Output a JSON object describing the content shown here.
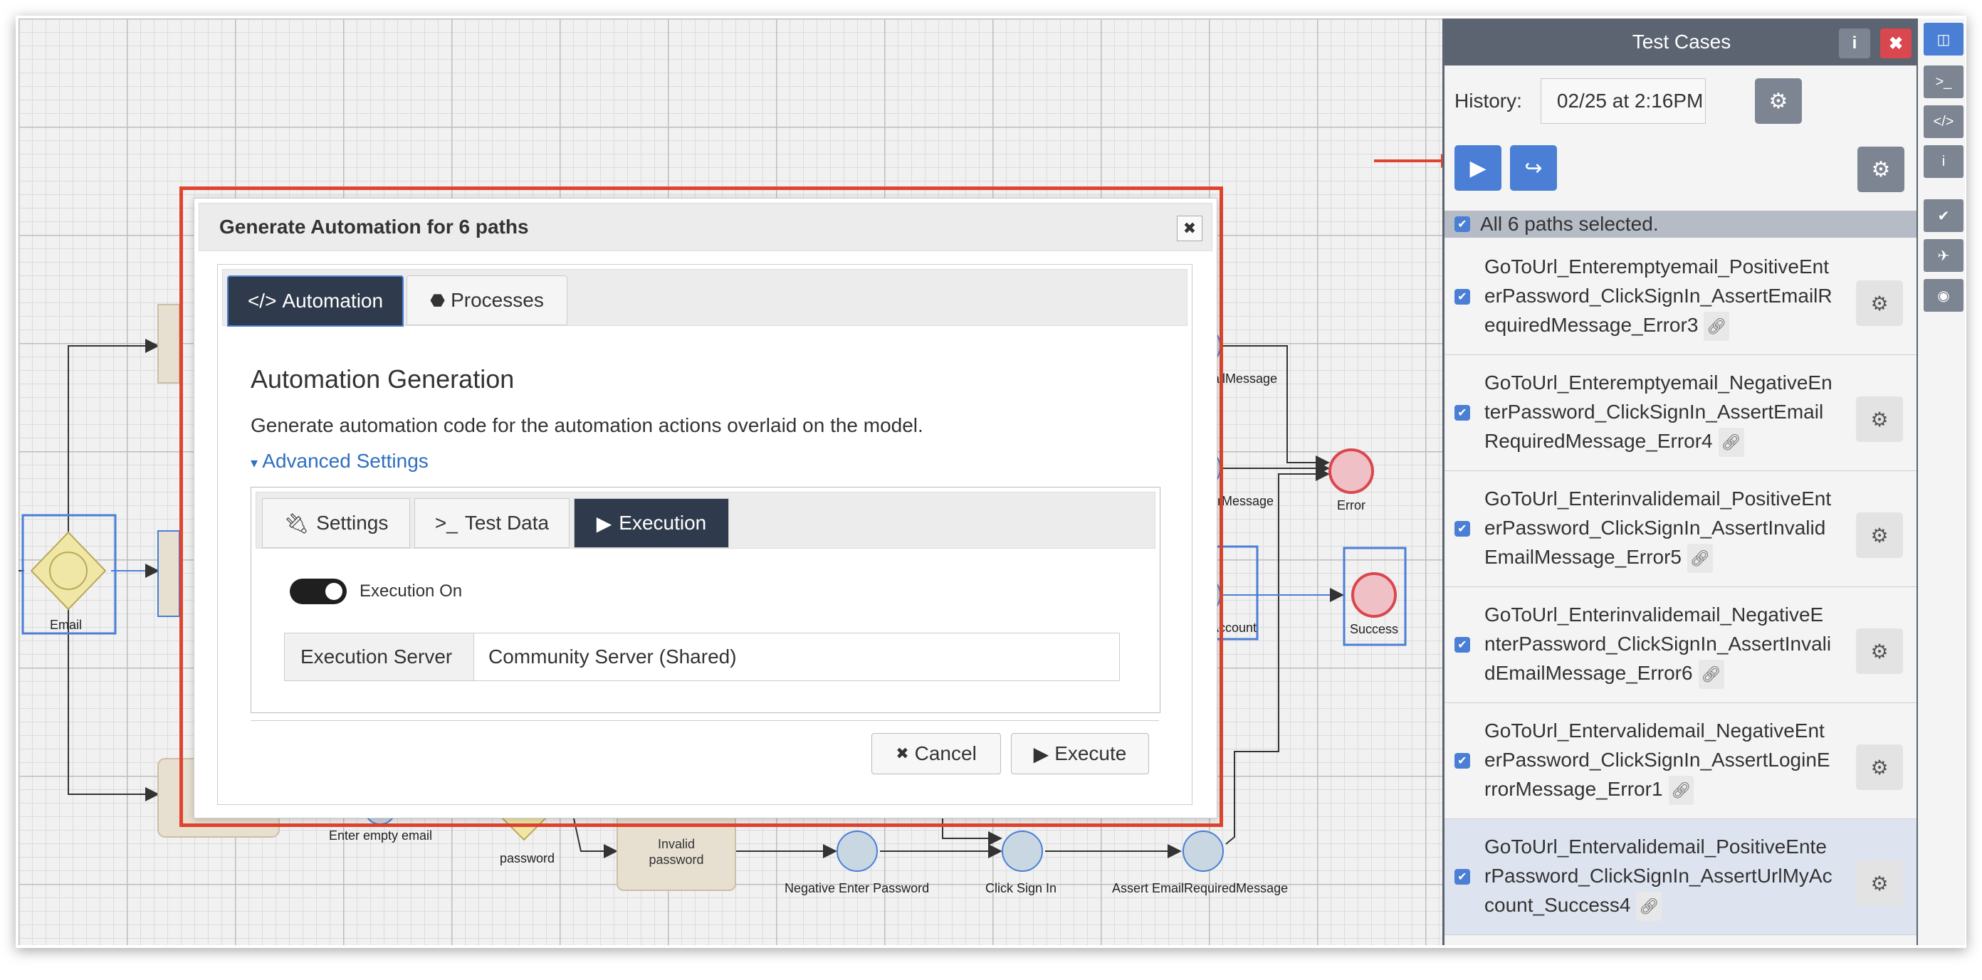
{
  "panel": {
    "title": "Test Cases",
    "history_label": "History:",
    "history_value": "02/25 at 2:16PM",
    "selection_text": "All 6 paths selected.",
    "paths": [
      {
        "label": "GoToUrl_Enteremptyemail_PositiveEnterPassword_ClickSignIn_AssertEmailRequiredMessage_Error3",
        "active": false
      },
      {
        "label": "GoToUrl_Enteremptyemail_NegativeEnterPassword_ClickSignIn_AssertEmailRequiredMessage_Error4",
        "active": false
      },
      {
        "label": "GoToUrl_Enterinvalidemail_PositiveEnterPassword_ClickSignIn_AssertInvalidEmailMessage_Error5",
        "active": false
      },
      {
        "label": "GoToUrl_Enterinvalidemail_NegativeEnterPassword_ClickSignIn_AssertInvalidEmailMessage_Error6",
        "active": false
      },
      {
        "label": "GoToUrl_Entervalidemail_NegativeEnterPassword_ClickSignIn_AssertLoginErrorMessage_Error1",
        "active": false
      },
      {
        "label": "GoToUrl_Entervalidemail_PositiveEnterPassword_ClickSignIn_AssertUrlMyAccount_Success4",
        "active": true
      }
    ]
  },
  "diagram": {
    "labels": {
      "email_gateway": "Email",
      "enter_empty_email": "Enter empty email",
      "password_gateway": "password",
      "invalid_password": "Invalid password",
      "negative_enter_password": "Negative Enter Password",
      "click_sign_in": "Click Sign In",
      "assert_email_required": "Assert EmailRequiredMessage",
      "email_message_partial": "EmailMessage",
      "error_message_partial": "ErrorMessage",
      "my_account_partial": "MyAccount",
      "error_end": "Error",
      "success_end": "Success"
    }
  },
  "modal": {
    "title": "Generate Automation for 6 paths",
    "close_glyph": "✖",
    "tabs": {
      "automation": "Automation",
      "processes": "Processes"
    },
    "section_title": "Automation Generation",
    "description": "Generate automation code for the automation actions overlaid on the model.",
    "advanced_link": "Advanced Settings",
    "inner_tabs": {
      "settings": "Settings",
      "test_data": "Test Data",
      "execution": "Execution"
    },
    "execution_toggle_label": "Execution On",
    "execution_server_label": "Execution Server",
    "execution_server_value": "Community Server (Shared)",
    "cancel_label": "Cancel",
    "execute_label": "Execute"
  },
  "colors": {
    "accent_blue": "#4a7fd5",
    "highlight_red": "#e0442e",
    "header_slate": "#5b6470"
  }
}
